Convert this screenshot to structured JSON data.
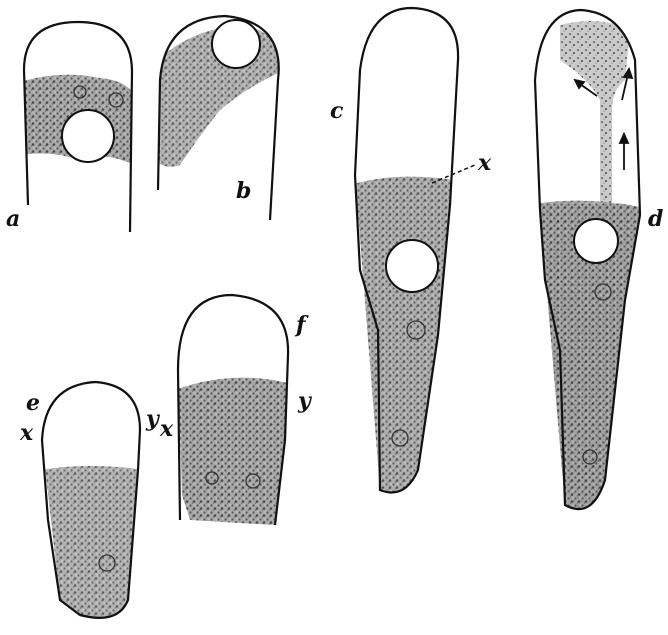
{
  "figure": {
    "labels": {
      "a": "a",
      "b": "b",
      "c": "c",
      "d": "d",
      "e": "e",
      "f": "f",
      "x_c": "x",
      "x_e": "x",
      "y_e": "y",
      "x_f": "x",
      "y_f": "y"
    },
    "colors": {
      "ink": "#111111",
      "protoplasm": "#8a8a8a",
      "background": "#ffffff"
    }
  }
}
